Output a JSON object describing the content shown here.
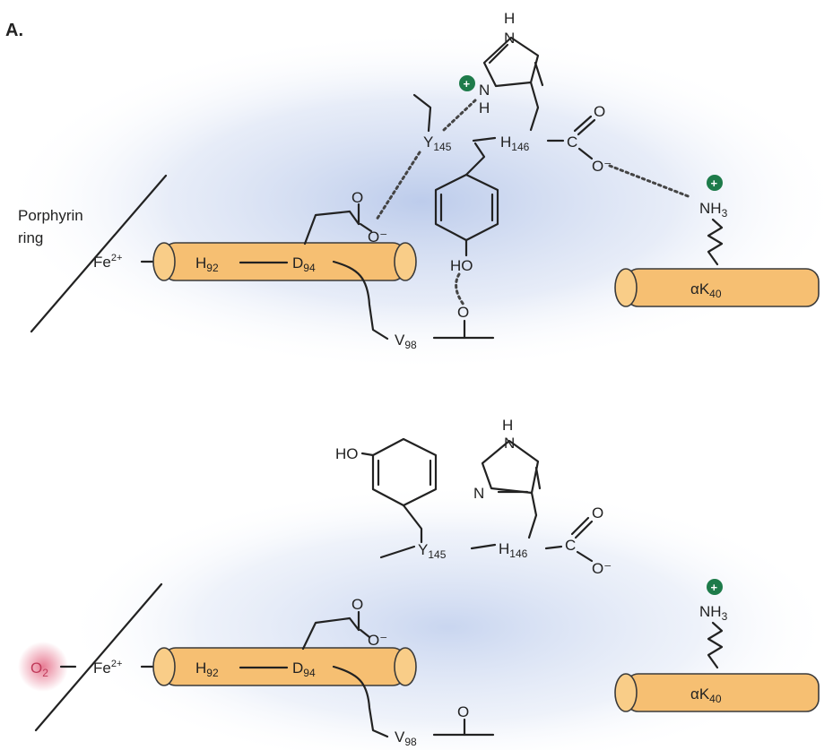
{
  "panel_label": "A.",
  "top": {
    "porphyrin_label_1": "Porphyrin",
    "porphyrin_label_2": "ring",
    "fe": "Fe",
    "fe_charge": "2+",
    "h92": "H",
    "h92_num": "92",
    "d94": "D",
    "d94_num": "94",
    "v98": "V",
    "v98_num": "98",
    "y145": "Y",
    "y145_num": "145",
    "h146": "H",
    "h146_num": "146",
    "lys": "αK",
    "lys_num": "40",
    "nh3": "NH",
    "nh3_sub": "3",
    "ho": "HO",
    "o": "O",
    "o_minus": "O⁻",
    "n": "N",
    "h": "H",
    "c": "C",
    "plus": "+"
  },
  "bottom": {
    "o2": "O",
    "o2_sub": "2",
    "fe": "Fe",
    "fe_charge": "2+",
    "h92": "H",
    "h92_num": "92",
    "d94": "D",
    "d94_num": "94",
    "v98": "V",
    "v98_num": "98",
    "y145": "Y",
    "y145_num": "145",
    "h146": "H",
    "h146_num": "146",
    "lys": "αK",
    "lys_num": "40",
    "nh3": "NH",
    "nh3_sub": "3",
    "ho": "HO",
    "o": "O",
    "o_minus": "O⁻",
    "n": "N",
    "h": "H",
    "c": "C",
    "plus": "+"
  },
  "colors": {
    "helix": "#f6bf72",
    "positive_badge": "#1e7b4a",
    "oxygen_glow": "#e05070",
    "o2_text": "#c03a5a",
    "background_glow": "#c9d6ee"
  }
}
